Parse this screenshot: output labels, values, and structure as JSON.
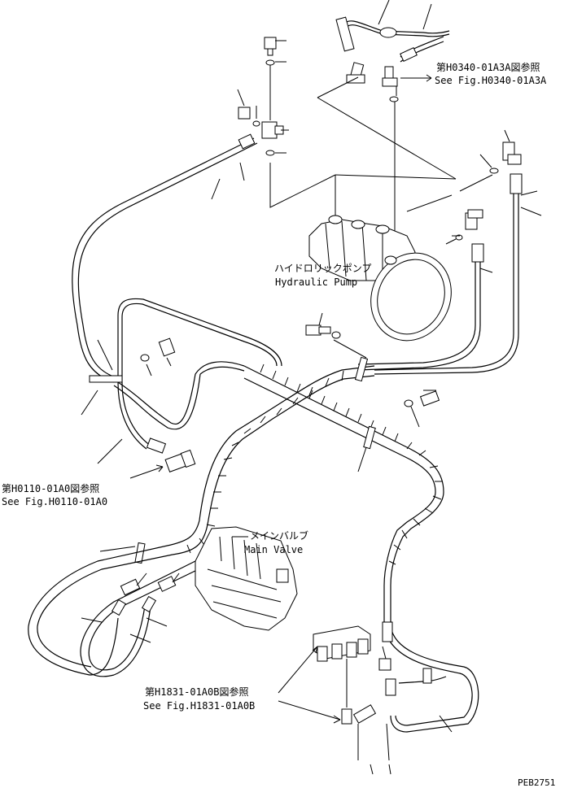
{
  "labels": {
    "ref_h0340_jp": "第H0340-01A3A図参照",
    "ref_h0340_en": "See Fig.H0340-01A3A",
    "pump_jp": "ハイドロリックポンプ",
    "pump_en": "Hydraulic Pump",
    "ref_h0110_jp": "第H0110-01A0図参照",
    "ref_h0110_en": "See Fig.H0110-01A0",
    "valve_jp": "メインバルブ",
    "valve_en": "Main Valve",
    "ref_h1831_jp": "第H1831-01A0B図参照",
    "ref_h1831_en": "See Fig.H1831-01A0B",
    "drawing_code": "PEB2751"
  }
}
